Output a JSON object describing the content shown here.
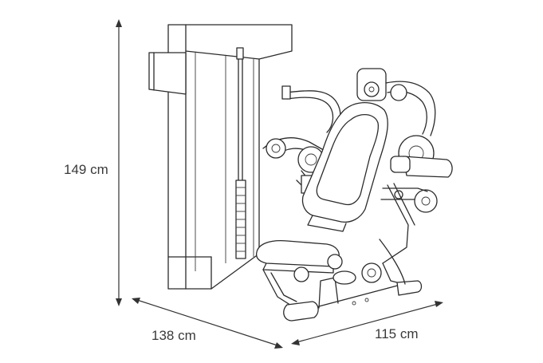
{
  "dimensions": {
    "height": "149 cm",
    "width": "138 cm",
    "depth": "115 cm"
  },
  "colors": {
    "line": "#2b2b2b",
    "background": "#ffffff"
  }
}
